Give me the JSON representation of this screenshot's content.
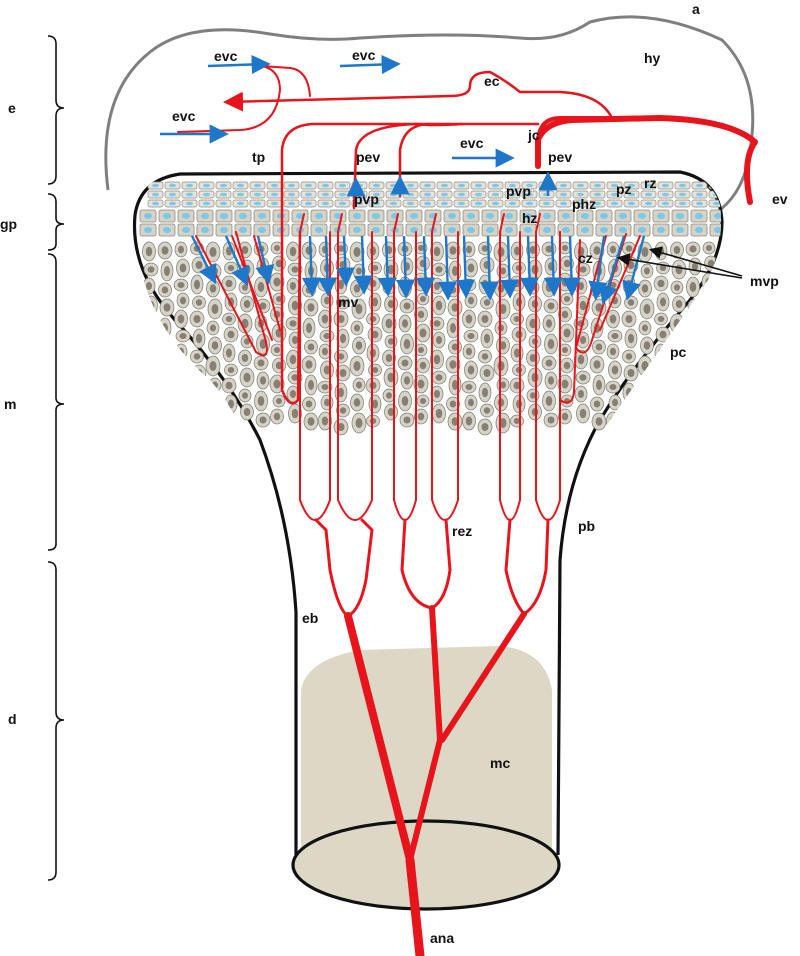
{
  "colors": {
    "vessel": "#e8141b",
    "arrow": "#1f77c9",
    "outline": "#111111",
    "epiphysis_outline": "#7f7f7f",
    "marrow_cavity": "#dcd8c5",
    "cell_fill": "#d6d4c7",
    "cell_nucleus": "#857f74",
    "rest_cell_nucleus": "#7ec7e6"
  },
  "regions": {
    "e": "e",
    "gp": "gp",
    "m": "m",
    "d": "d"
  },
  "labels": {
    "a": "a",
    "hy": "hy",
    "ec": "ec",
    "ev": "ev",
    "jc": "jc",
    "tp": "tp",
    "pev_left": "pev",
    "pev_right": "pev",
    "pvp_left": "pvp",
    "pvp_right": "pvp",
    "pz": "pz",
    "rz": "rz",
    "hz": "hz",
    "phz": "phz",
    "cz": "cz",
    "mv": "mv",
    "mvp": "mvp",
    "pc": "pc",
    "rez": "rez",
    "pb": "pb",
    "eb": "eb",
    "mc": "mc",
    "ana": "ana",
    "evc_1": "evc",
    "evc_2": "evc",
    "evc_3": "evc",
    "evc_4": "evc"
  }
}
